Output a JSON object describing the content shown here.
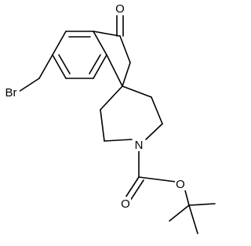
{
  "atom_labels": {
    "ketone_oxygen": "O",
    "bromine": "Br",
    "amine_nitrogen": "N",
    "carbonyl_oxygen": "O",
    "ester_oxygen": "O"
  }
}
